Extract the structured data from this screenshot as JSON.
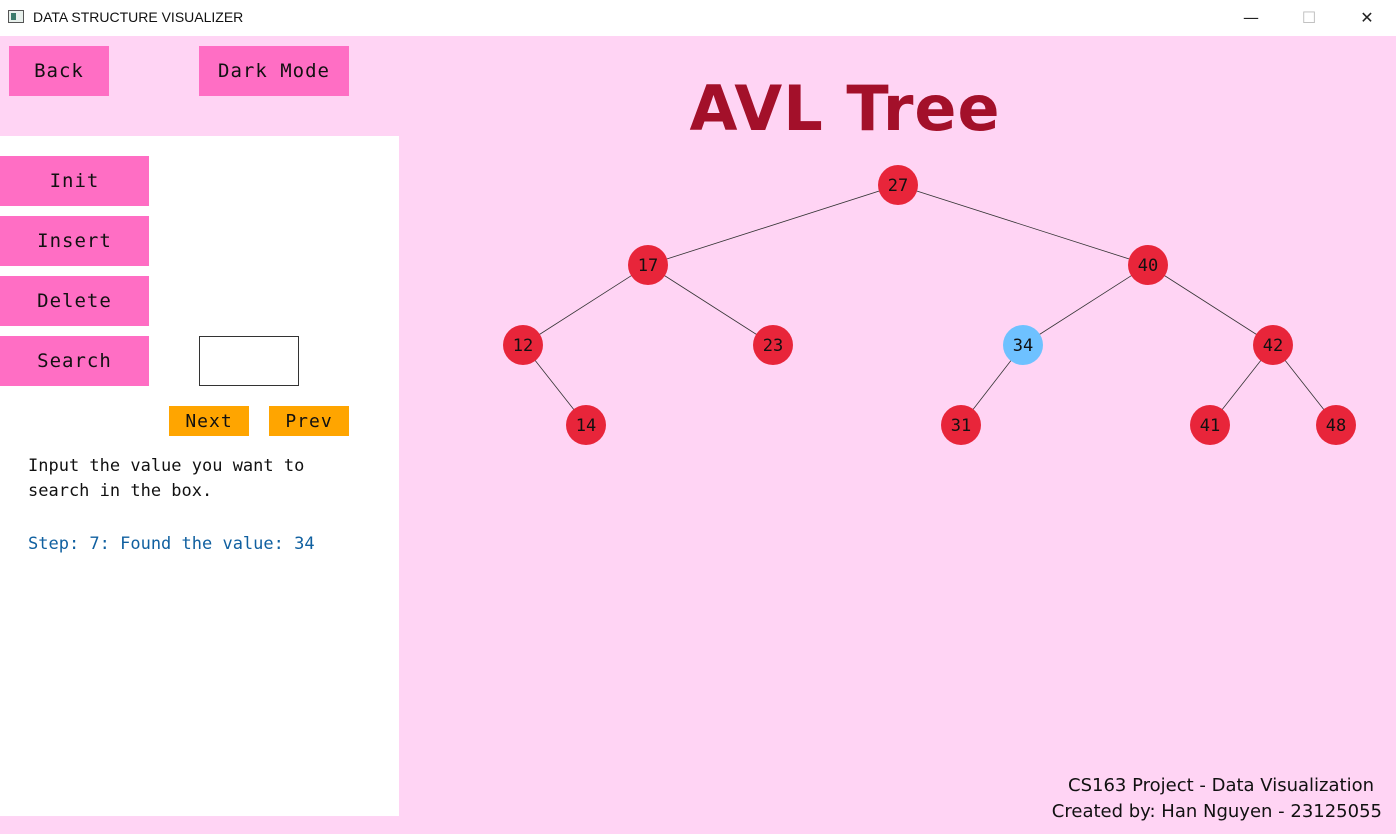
{
  "window": {
    "title": "DATA STRUCTURE VISUALIZER",
    "minimize": "—",
    "maximize": "☐",
    "close": "✕"
  },
  "top_buttons": {
    "back": "Back",
    "dark_mode": "Dark Mode"
  },
  "operations": {
    "init": "Init",
    "insert": "Insert",
    "delete": "Delete",
    "search": "Search"
  },
  "search_input": {
    "value": ""
  },
  "navigation": {
    "next": "Next",
    "prev": "Prev"
  },
  "instructions": "Input the value you want to search in the box.",
  "status": "Step: 7: Found the value: 34",
  "heading": "AVL Tree",
  "tree": {
    "nodes": [
      {
        "id": "27",
        "label": "27",
        "highlighted": false
      },
      {
        "id": "17",
        "label": "17",
        "highlighted": false
      },
      {
        "id": "40",
        "label": "40",
        "highlighted": false
      },
      {
        "id": "12",
        "label": "12",
        "highlighted": false
      },
      {
        "id": "23",
        "label": "23",
        "highlighted": false
      },
      {
        "id": "34",
        "label": "34",
        "highlighted": true
      },
      {
        "id": "42",
        "label": "42",
        "highlighted": false
      },
      {
        "id": "14",
        "label": "14",
        "highlighted": false
      },
      {
        "id": "31",
        "label": "31",
        "highlighted": false
      },
      {
        "id": "41",
        "label": "41",
        "highlighted": false
      },
      {
        "id": "48",
        "label": "48",
        "highlighted": false
      }
    ],
    "edges": [
      [
        "27",
        "17"
      ],
      [
        "27",
        "40"
      ],
      [
        "17",
        "12"
      ],
      [
        "17",
        "23"
      ],
      [
        "40",
        "34"
      ],
      [
        "40",
        "42"
      ],
      [
        "12",
        "14"
      ],
      [
        "34",
        "31"
      ],
      [
        "42",
        "41"
      ],
      [
        "42",
        "48"
      ]
    ]
  },
  "colors": {
    "background": "#ffd4f4",
    "button": "#ff6ec4",
    "nav_button": "#ffa500",
    "node": "#e8253a",
    "node_highlight": "#6ec1ff",
    "heading": "#a3102a",
    "status": "#1060a0"
  },
  "footer": {
    "line1": "CS163 Project - Data Visualization",
    "line2": "Created by: Han Nguyen - 23125055"
  }
}
